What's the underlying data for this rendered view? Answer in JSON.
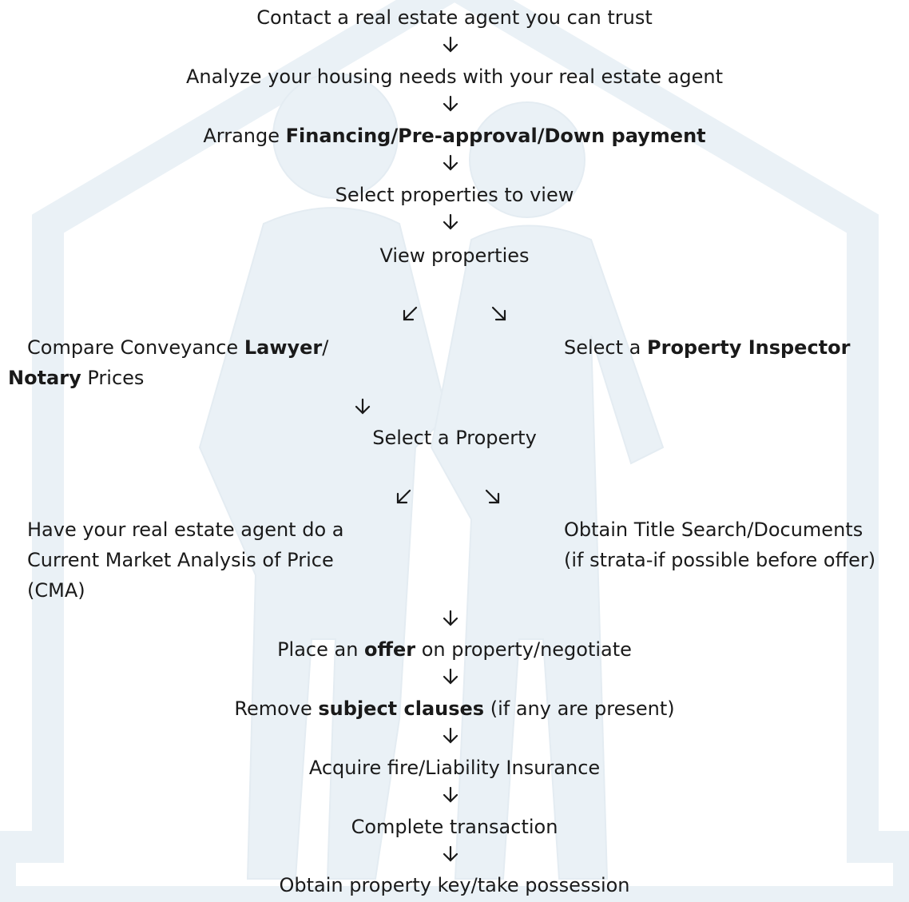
{
  "watermark": {
    "icon": "house-with-two-people-icon",
    "color": "#eaf1f6"
  },
  "steps": {
    "contact_agent": "Contact a real estate agent you can trust",
    "analyze_needs": "Analyze your housing needs with your real estate agent",
    "arrange_prefix": "Arrange ",
    "arrange_bold": "Financing/Pre-approval/Down payment",
    "select_to_view": "Select properties to view",
    "view_properties": "View properties",
    "compare_prefix": "Compare Conveyance ",
    "compare_bold_lawyer": "Lawyer",
    "compare_slash": "/",
    "compare_bold_notary": "Notary",
    "compare_suffix": " Prices",
    "inspector_prefix": "Select a ",
    "inspector_bold": "Property Inspector",
    "select_property": "Select a Property",
    "cma_line1": "Have your real estate agent do a",
    "cma_line2": "Current Market Analysis of Price",
    "cma_line3": "(CMA)",
    "title_line1": "Obtain Title Search/Documents",
    "title_line2": "(if strata-if possible before offer)",
    "offer_prefix": "Place an ",
    "offer_bold": "offer",
    "offer_suffix": " on property/negotiate",
    "remove_prefix": "Remove ",
    "remove_bold": "subject clauses",
    "remove_suffix": " (if any are present)",
    "insurance": "Acquire fire/Liability Insurance",
    "complete": "Complete transaction",
    "possession": "Obtain property key/take possession"
  },
  "arrows": {
    "down_icon": "arrow-down-icon",
    "down_left_icon": "arrow-down-left-icon",
    "down_right_icon": "arrow-down-right-icon"
  }
}
